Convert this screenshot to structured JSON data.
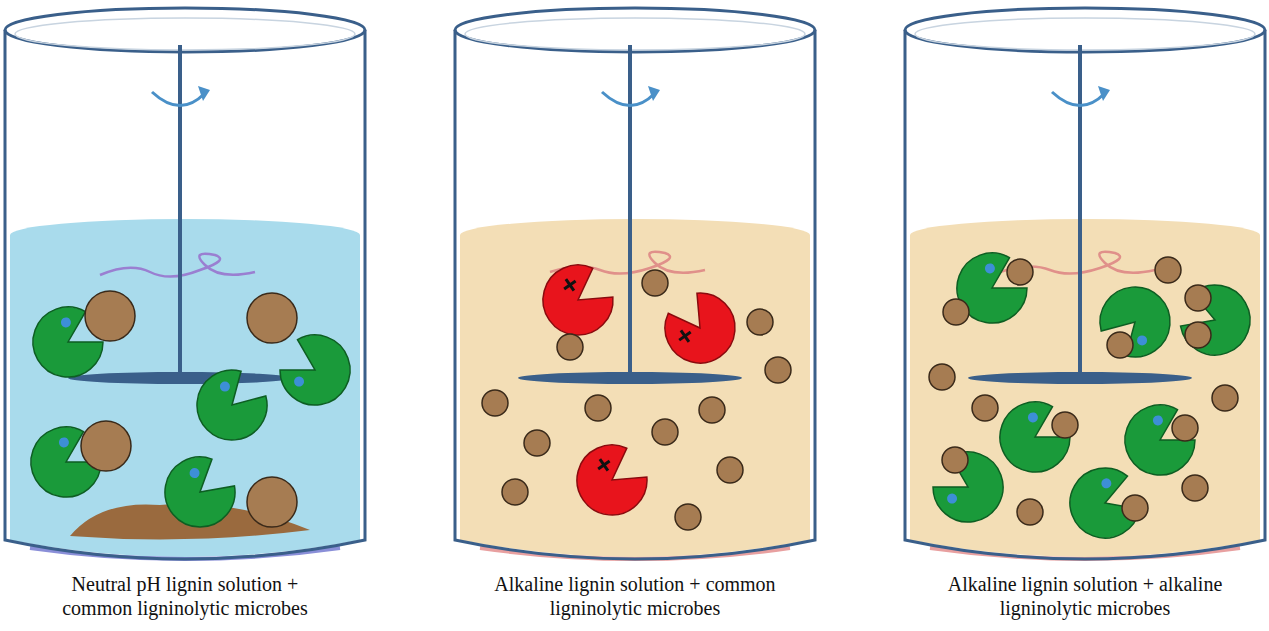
{
  "diagram": {
    "labels": [
      "Neutral pH lignin solution + common ligninolytic microbes",
      "Alkaline lignin solution + common ligninolytic microbes",
      "Alkaline lignin solution + alkaline ligninolytic microbes"
    ]
  }
}
